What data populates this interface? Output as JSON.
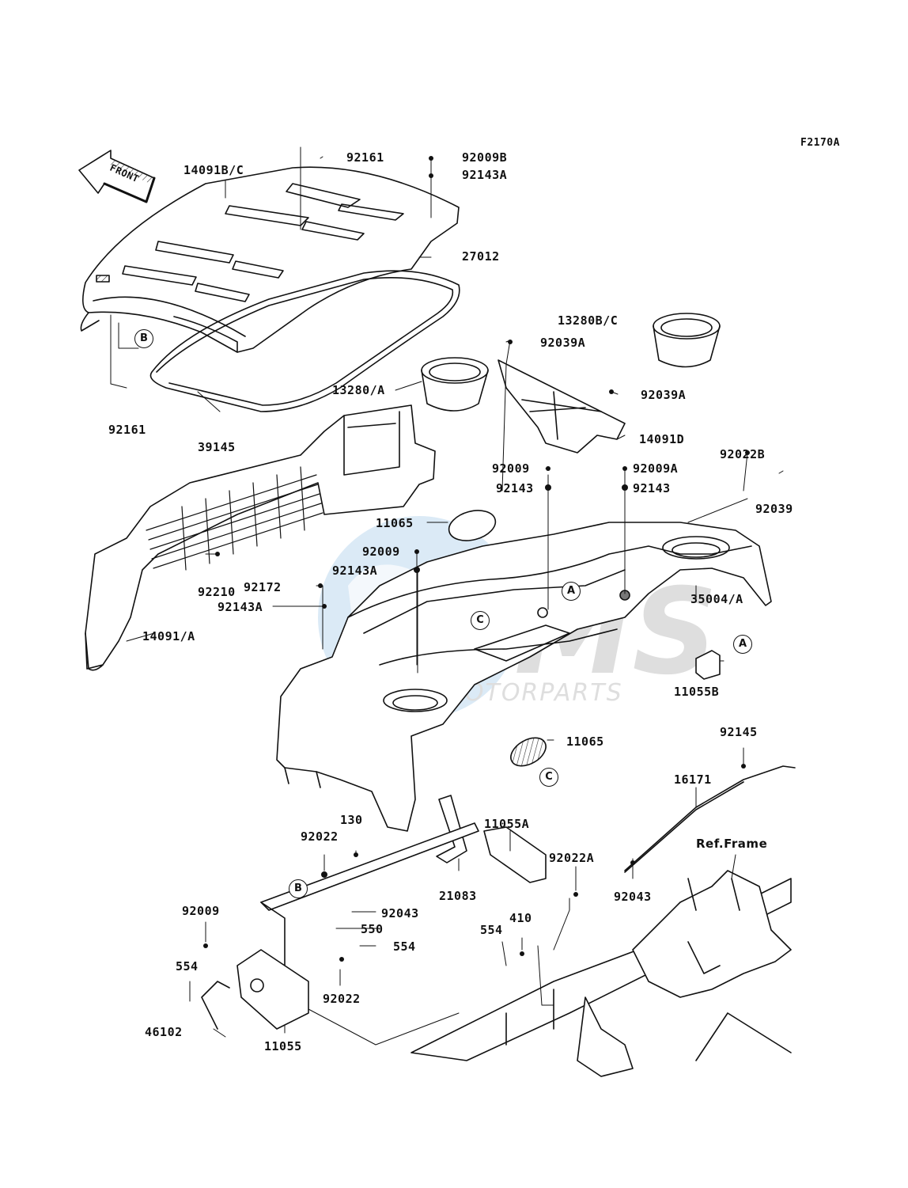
{
  "diagram": {
    "code": "F2170A",
    "front_label": "FRONT",
    "watermark": "CMS MOTORPARTS",
    "ref_frame": "Ref.Frame",
    "labels": {
      "p14091bc": "14091B/C",
      "p92161_top": "92161",
      "p92009b": "92009B",
      "p92143a_top": "92143A",
      "p27012": "27012",
      "p13280bc": "13280B/C",
      "p92039a_1": "92039A",
      "p92039a_2": "92039A",
      "p13280a": "13280/A",
      "p14091d": "14091D",
      "p92161_left": "92161",
      "p39145": "39145",
      "p92009_mid": "92009",
      "p92143_mid": "92143",
      "p92009a": "92009A",
      "p92143_right": "92143",
      "p92022b": "92022B",
      "p92039": "92039",
      "p11065_top": "11065",
      "p92009_c": "92009",
      "p92143a_c": "92143A",
      "p92210": "92210",
      "p92172": "92172",
      "p92143a_left": "92143A",
      "p14091a": "14091/A",
      "p35004a": "35004/A",
      "p11055b": "11055B",
      "p92145": "92145",
      "p11065_bot": "11065",
      "p16171": "16171",
      "p11055a": "11055A",
      "p130": "130",
      "p92022_left": "92022",
      "p21083": "21083",
      "p92022a": "92022A",
      "p92043_right": "92043",
      "p92009_bl": "92009",
      "p92043_left": "92043",
      "p550": "550",
      "p554_mid": "554",
      "p554_left": "554",
      "p92022_bot": "92022",
      "p46102": "46102",
      "p11055": "11055",
      "p554_right": "554",
      "p410": "410"
    },
    "callouts": {
      "b1": "B",
      "b2": "B",
      "a1": "A",
      "a2": "A",
      "c1": "C",
      "c2": "C"
    }
  }
}
